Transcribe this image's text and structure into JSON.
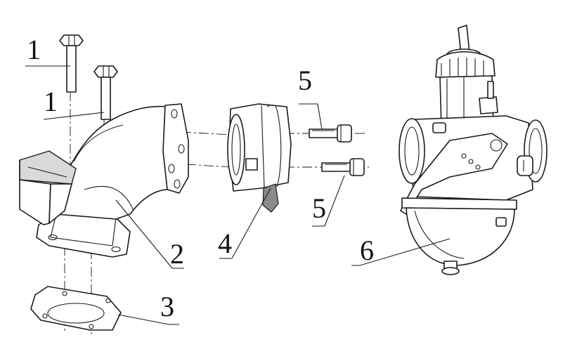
{
  "callouts": [
    {
      "label": "1"
    },
    {
      "label": "1"
    },
    {
      "label": "2"
    },
    {
      "label": "3"
    },
    {
      "label": "4"
    },
    {
      "label": "5"
    },
    {
      "label": "5"
    },
    {
      "label": "6"
    }
  ]
}
